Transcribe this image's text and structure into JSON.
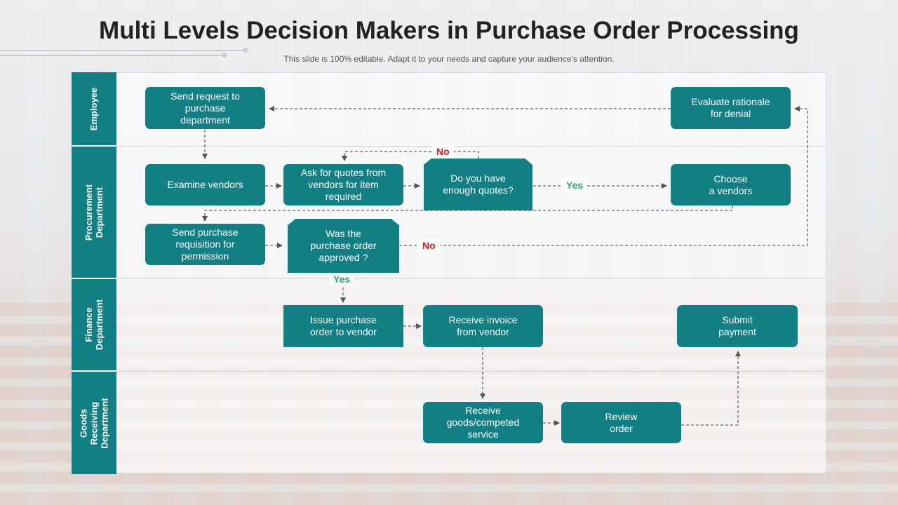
{
  "header": {
    "title": "Multi Levels Decision Makers in Purchase Order Processing",
    "subtitle": "This slide is 100% editable. Adapt it to your needs and capture your audience's attention."
  },
  "lanes": {
    "employee": "Employee",
    "procurement": "Procurement\nDepartment",
    "finance": "Finance\nDepartment",
    "goods": "Goods\nReceiving\nDepartment"
  },
  "nodes": {
    "send_request": "Send request to\npurchase\ndepartment",
    "evaluate_rationale": "Evaluate rationale\nfor denial",
    "examine_vendors": "Examine vendors",
    "ask_quotes": "Ask for quotes from\nvendors for item\nrequired",
    "enough_quotes": "Do you have\nenough quotes?",
    "choose_vendor": "Choose\na vendors",
    "send_requisition": "Send purchase\nrequisition for\npermission",
    "po_approved": "Was the\npurchase order\napproved ?",
    "issue_po": "Issue purchase\norder to vendor",
    "receive_invoice": "Receive invoice\nfrom vendor",
    "submit_payment": "Submit\npayment",
    "receive_goods": "Receive\ngoods/competed\nservice",
    "review_order": "Review\norder"
  },
  "edge_labels": {
    "quotes_no": "No",
    "quotes_yes": "Yes",
    "approved_no": "No",
    "approved_yes": "Yes"
  },
  "colors": {
    "node_fill": "#117f83",
    "no_label": "#d21f1f",
    "yes_label": "#2fa36b"
  }
}
